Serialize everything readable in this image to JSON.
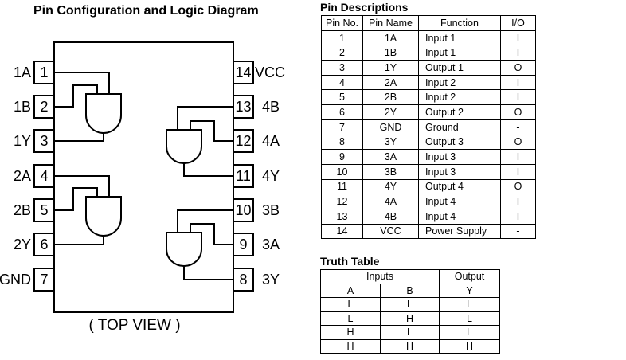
{
  "colors": {
    "ink": "#000000",
    "background": "#ffffff"
  },
  "diagram": {
    "title": "Pin Configuration and Logic Diagram",
    "top_view": "( TOP VIEW )",
    "left_pins": [
      {
        "num": "1",
        "label": "1A"
      },
      {
        "num": "2",
        "label": "1B"
      },
      {
        "num": "3",
        "label": "1Y"
      },
      {
        "num": "4",
        "label": "2A"
      },
      {
        "num": "5",
        "label": "2B"
      },
      {
        "num": "6",
        "label": "2Y"
      },
      {
        "num": "7",
        "label": "GND"
      }
    ],
    "right_pins": [
      {
        "num": "14",
        "label": "VCC"
      },
      {
        "num": "13",
        "label": "4B"
      },
      {
        "num": "12",
        "label": "4A"
      },
      {
        "num": "11",
        "label": "4Y"
      },
      {
        "num": "10",
        "label": "3B"
      },
      {
        "num": "9",
        "label": "3A"
      },
      {
        "num": "8",
        "label": "3Y"
      }
    ]
  },
  "pin_descriptions": {
    "title": "Pin Descriptions",
    "headers": [
      "Pin No.",
      "Pin Name",
      "Function",
      "I/O"
    ],
    "rows": [
      [
        "1",
        "1A",
        "Input 1",
        "I"
      ],
      [
        "2",
        "1B",
        "Input 1",
        "I"
      ],
      [
        "3",
        "1Y",
        "Output 1",
        "O"
      ],
      [
        "4",
        "2A",
        "Input 2",
        "I"
      ],
      [
        "5",
        "2B",
        "Input 2",
        "I"
      ],
      [
        "6",
        "2Y",
        "Output 2",
        "O"
      ],
      [
        "7",
        "GND",
        "Ground",
        "-"
      ],
      [
        "8",
        "3Y",
        "Output 3",
        "O"
      ],
      [
        "9",
        "3A",
        "Input 3",
        "I"
      ],
      [
        "10",
        "3B",
        "Input 3",
        "I"
      ],
      [
        "11",
        "4Y",
        "Output 4",
        "O"
      ],
      [
        "12",
        "4A",
        "Input 4",
        "I"
      ],
      [
        "13",
        "4B",
        "Input 4",
        "I"
      ],
      [
        "14",
        "VCC",
        "Power Supply",
        "-"
      ]
    ]
  },
  "truth_table": {
    "title": "Truth Table",
    "group_headers": [
      "Inputs",
      "Output"
    ],
    "col_headers": [
      "A",
      "B",
      "Y"
    ],
    "rows": [
      [
        "L",
        "L",
        "L"
      ],
      [
        "L",
        "H",
        "L"
      ],
      [
        "H",
        "L",
        "L"
      ],
      [
        "H",
        "H",
        "H"
      ]
    ]
  }
}
